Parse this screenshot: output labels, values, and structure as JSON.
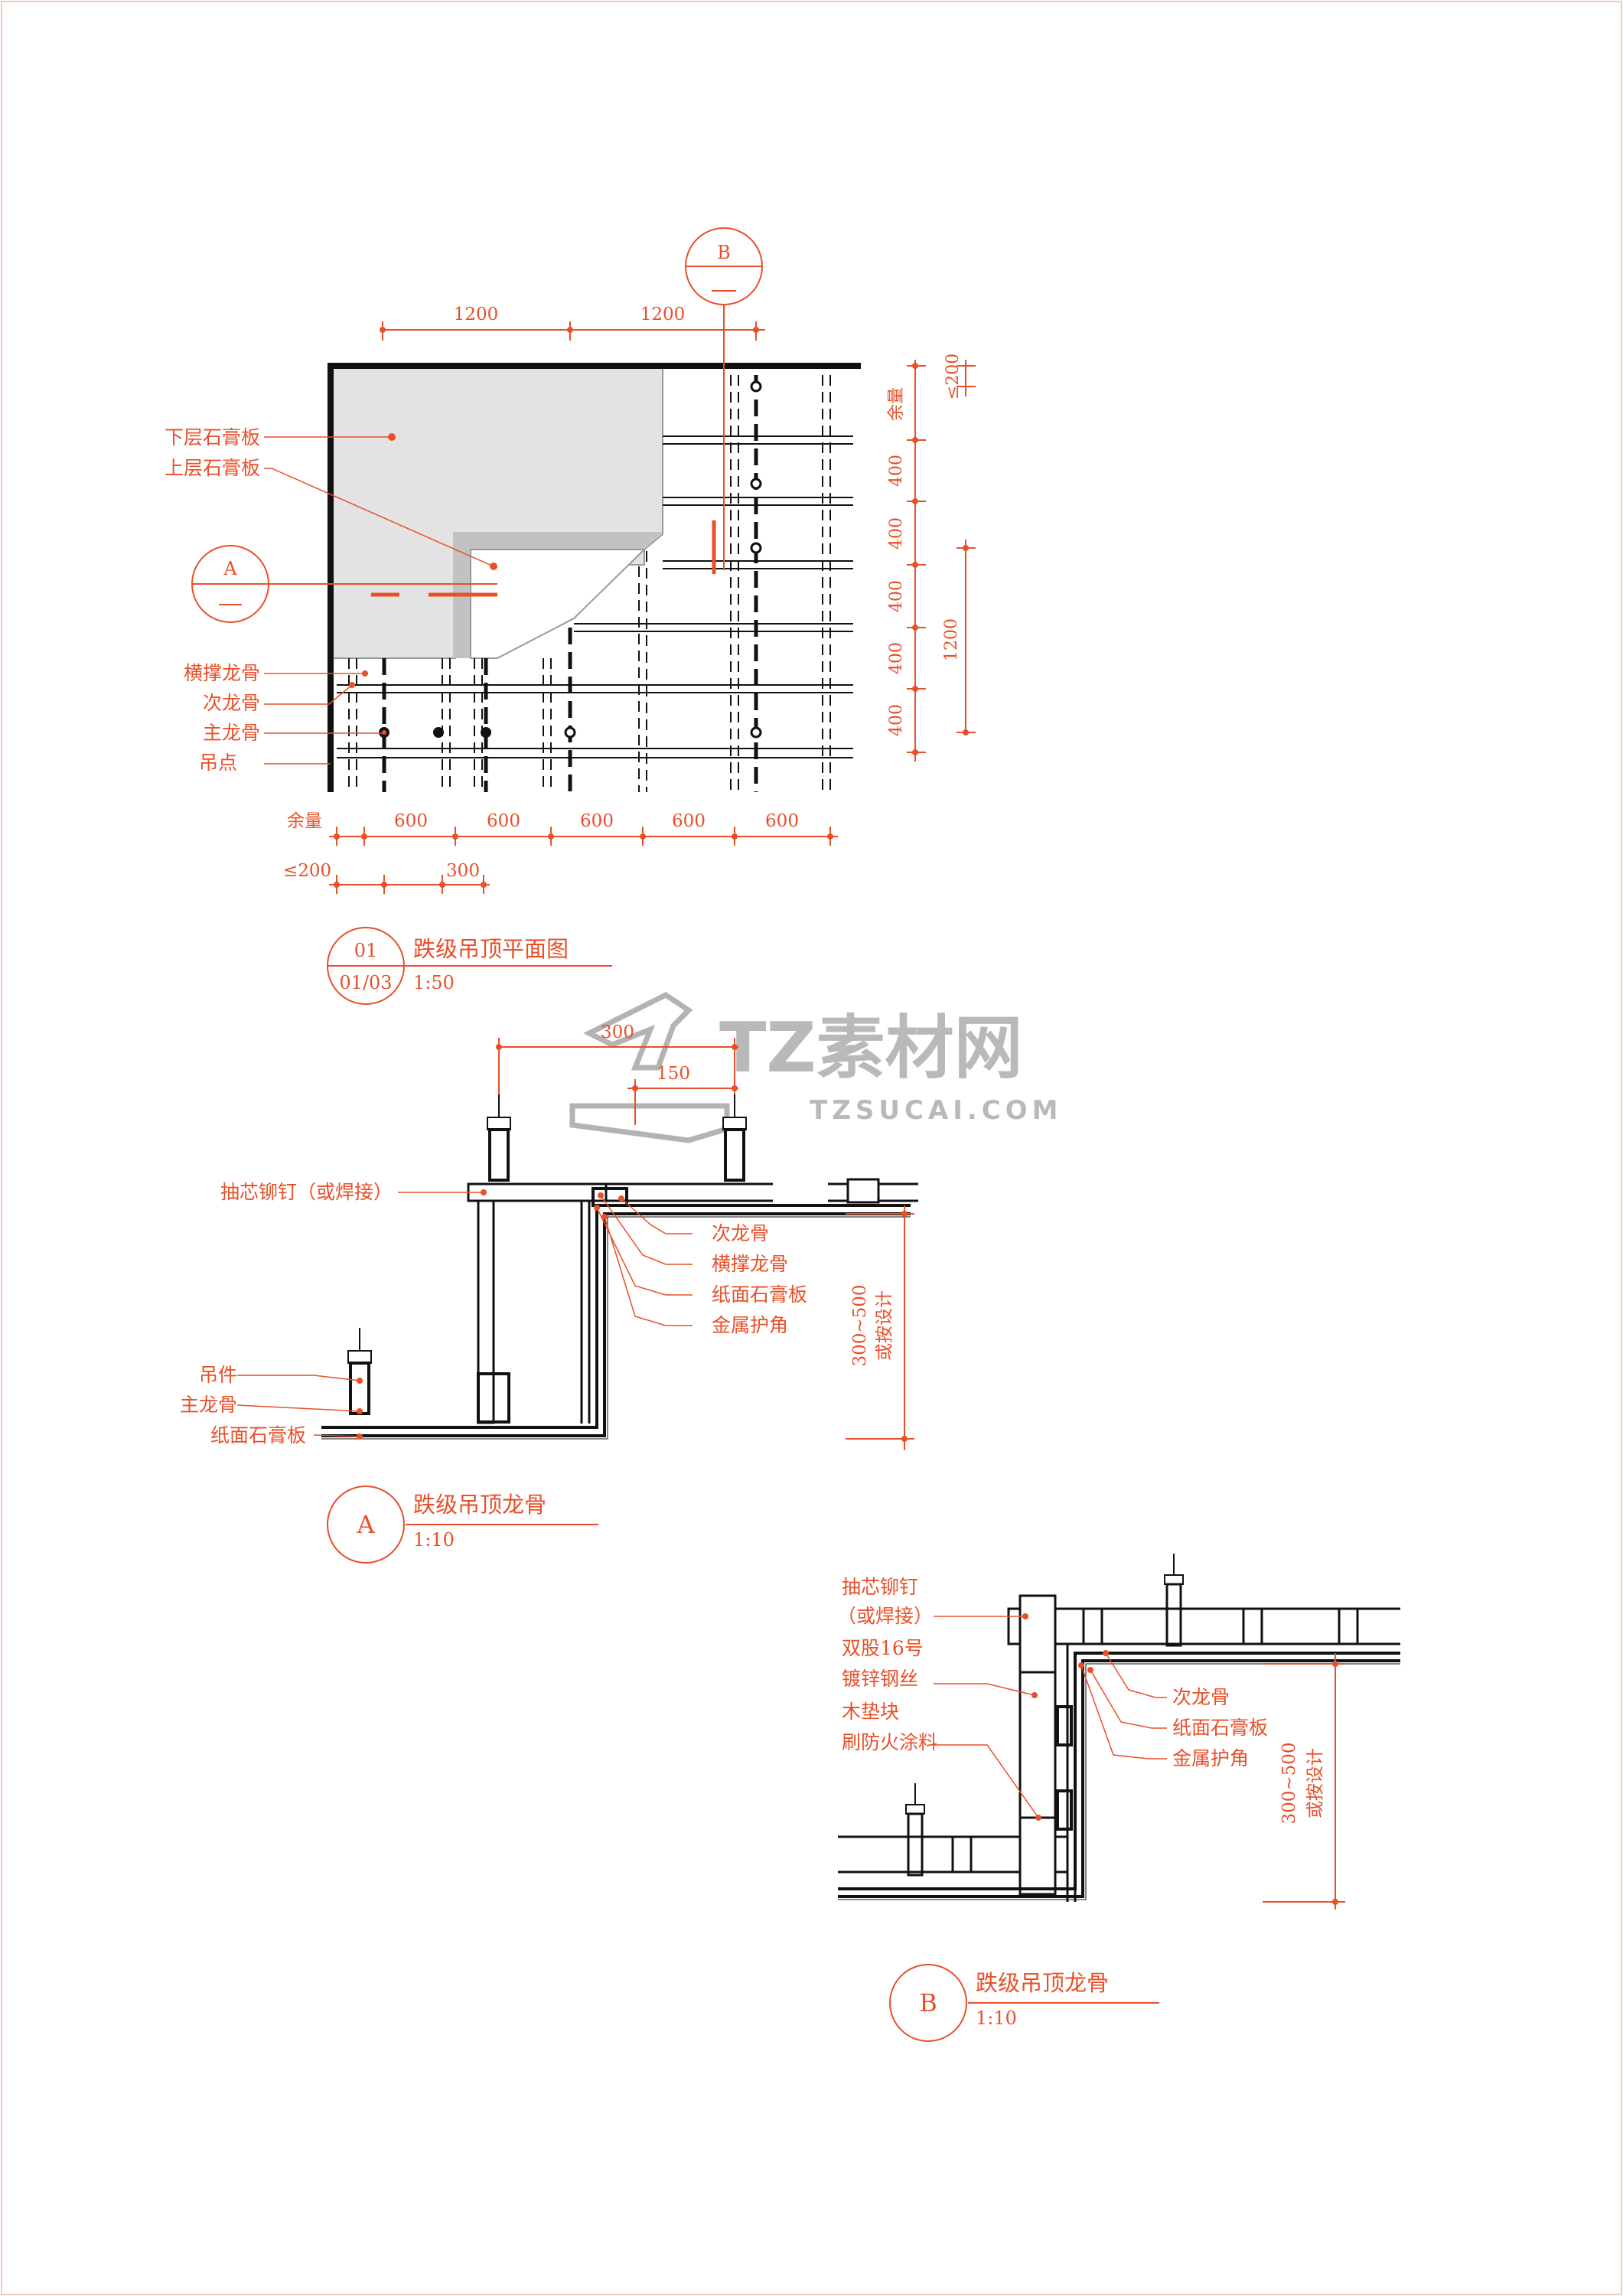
{
  "colors": {
    "accent": "#e8502a",
    "line": "#111111",
    "board_fill": "#e3e3e3",
    "board_edge": "#9a9a9a",
    "watermark": "#b9b9b9"
  },
  "plan": {
    "axis_marker": "B",
    "section_marker": "A",
    "dims_top": [
      "1200",
      "1200"
    ],
    "dims_right": [
      "≤200",
      "余量",
      "400",
      "400",
      "400",
      "400",
      "400"
    ],
    "dim_right_total": "1200",
    "dims_bottom_label": "余量",
    "dims_bottom": [
      "600",
      "600",
      "600",
      "600",
      "600"
    ],
    "dims_bottom_small": [
      "≤200",
      "300"
    ],
    "labels": [
      "下层石膏板",
      "上层石膏板",
      "横撑龙骨",
      "次龙骨",
      "主龙骨",
      "吊点"
    ],
    "title_number": "01",
    "title_sheet": "01/03",
    "title": "跌级吊顶平面图",
    "scale": "1:50"
  },
  "watermark": {
    "brand": "TZ素材网",
    "url": "TZSUCAI.COM"
  },
  "detail_a": {
    "dims": [
      "300",
      "150"
    ],
    "label_top": "抽芯铆钉（或焊接）",
    "labels_left": [
      "吊件",
      "主龙骨",
      "纸面石膏板"
    ],
    "labels_right": [
      "次龙骨",
      "横撑龙骨",
      "纸面石膏板",
      "金属护角"
    ],
    "dim_vertical": "300~500",
    "dim_vertical_note": "或按设计",
    "marker": "A",
    "title": "跌级吊顶龙骨",
    "scale": "1:10"
  },
  "detail_b": {
    "labels_left": [
      "抽芯铆钉",
      "（或焊接）",
      "双股16号",
      "镀锌钢丝",
      "木垫块",
      "刷防火涂料"
    ],
    "labels_right": [
      "次龙骨",
      "纸面石膏板",
      "金属护角"
    ],
    "dim_vertical": "300~500",
    "dim_vertical_note": "或按设计",
    "marker": "B",
    "title": "跌级吊顶龙骨",
    "scale": "1:10"
  }
}
